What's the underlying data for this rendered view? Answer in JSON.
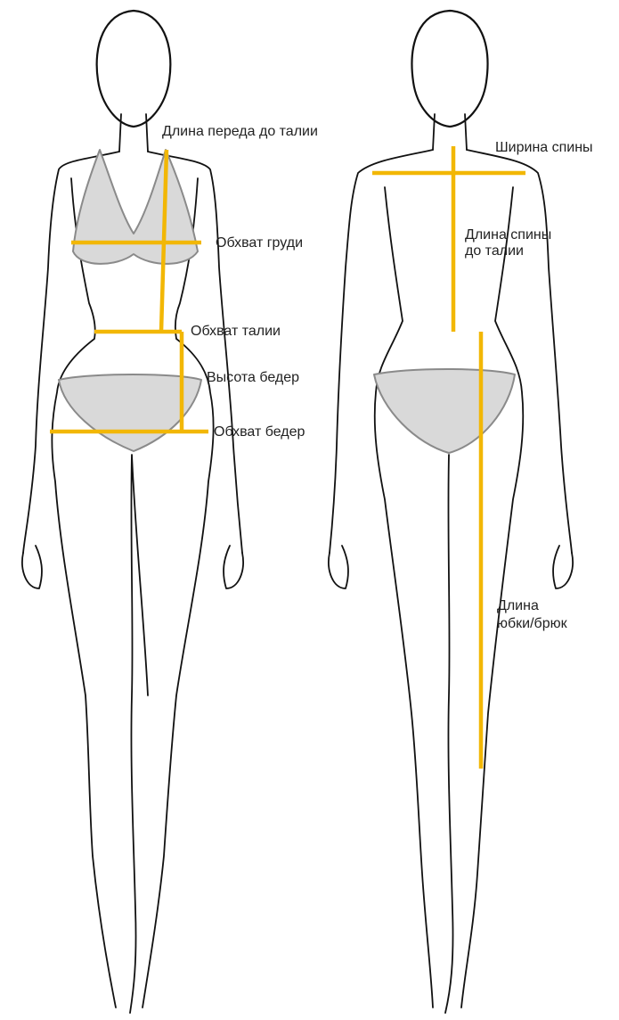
{
  "colors": {
    "measure_line": "#F2B705",
    "outline": "#111111",
    "garment_fill": "#d9d9d9"
  },
  "front": {
    "labels": {
      "front_length": "Длина переда до талии",
      "bust": "Обхват груди",
      "waist": "Обхват талии",
      "hip_height": "Высота бедер",
      "hips": "Обхват бедер"
    }
  },
  "back": {
    "labels": {
      "back_width": "Ширина спины",
      "back_length_1": "Длина спины",
      "back_length_2": "до талии",
      "skirt_length_1": "Длина",
      "skirt_length_2": "юбки/брюк"
    }
  }
}
